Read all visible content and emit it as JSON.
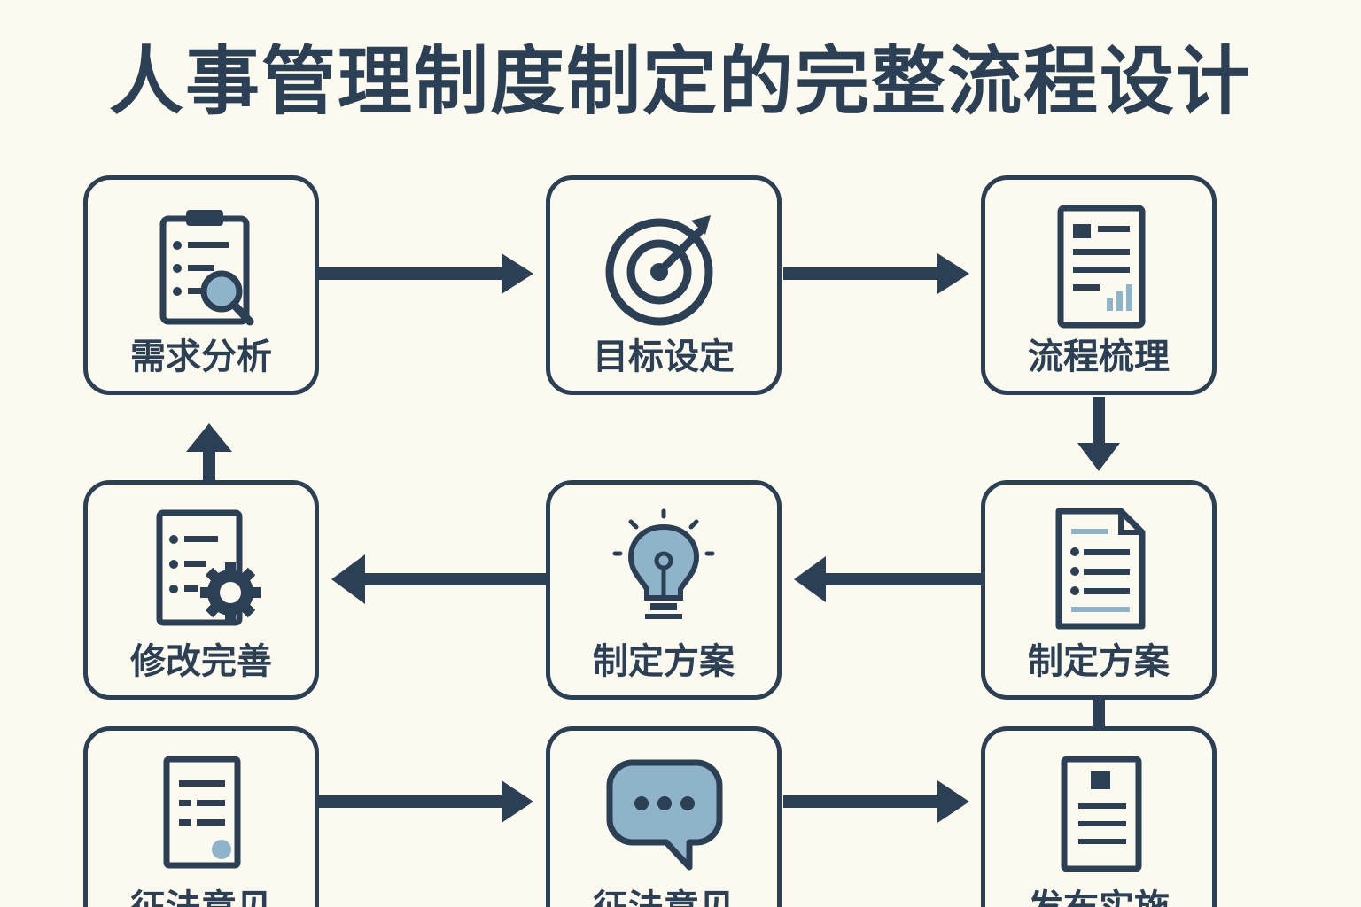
{
  "title": "人事管理制度制定的完整流程设计",
  "colors": {
    "background": "#fcf9ee",
    "primary": "#2b4055",
    "accent": "#8fb3c9"
  },
  "steps": [
    {
      "label": "需求分析",
      "icon": "clipboard-search-icon"
    },
    {
      "label": "目标设定",
      "icon": "target-arrow-icon"
    },
    {
      "label": "流程梳理",
      "icon": "document-chart-icon"
    },
    {
      "label": "制定方案",
      "icon": "document-list-icon"
    },
    {
      "label": "制定方案",
      "icon": "lightbulb-icon"
    },
    {
      "label": "修改完善",
      "icon": "checklist-gear-icon"
    },
    {
      "label": "征法意见",
      "icon": "document-icon"
    },
    {
      "label": "征法意见",
      "icon": "speech-bubble-icon"
    },
    {
      "label": "发布实施",
      "icon": "announcement-document-icon"
    }
  ]
}
